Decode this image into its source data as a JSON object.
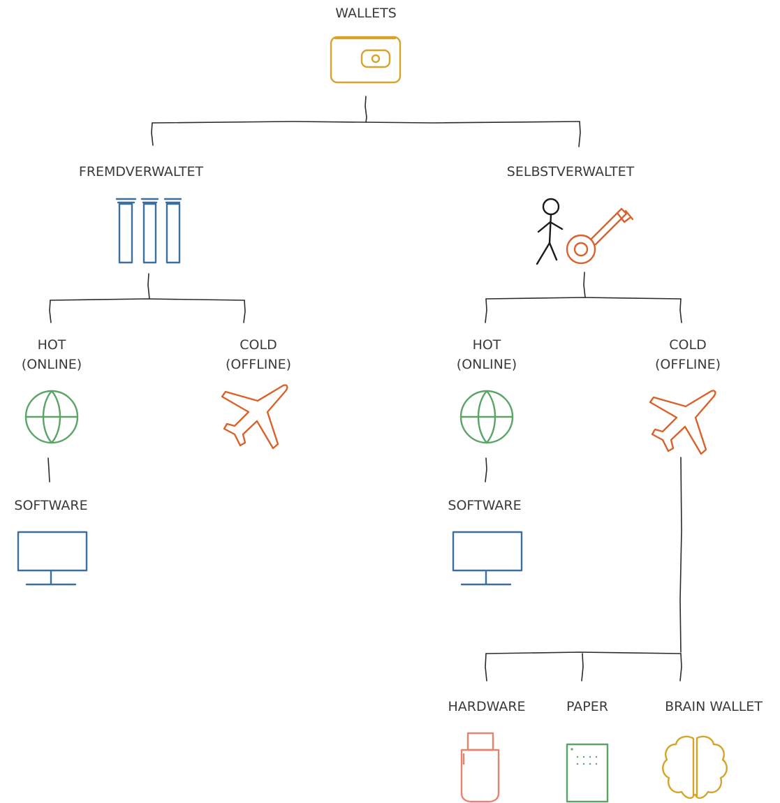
{
  "diagram": {
    "root": {
      "label": "WALLETS",
      "icon": "wallet-icon",
      "color": "#d4a52a"
    },
    "custodial": {
      "label": "FREMDVERWALTET",
      "icon": "bank-columns-icon",
      "color": "#3a6f9e"
    },
    "self_custody": {
      "label": "SELBSTVERWALTET",
      "icon": "person-with-key-icon",
      "color": "#d9622b"
    },
    "custodial_hot": {
      "label_line1": "HOT",
      "label_line2": "(ONLINE)",
      "icon": "globe-icon",
      "color": "#5aa466"
    },
    "custodial_cold": {
      "label_line1": "COLD",
      "label_line2": "(OFFLINE)",
      "icon": "airplane-icon",
      "color": "#d9622b"
    },
    "custodial_software": {
      "label": "SOFTWARE",
      "icon": "monitor-icon",
      "color": "#3a6f9e"
    },
    "self_hot": {
      "label_line1": "HOT",
      "label_line2": "(ONLINE)",
      "icon": "globe-icon",
      "color": "#5aa466"
    },
    "self_cold": {
      "label_line1": "COLD",
      "label_line2": "(OFFLINE)",
      "icon": "airplane-icon",
      "color": "#d9622b"
    },
    "self_software": {
      "label": "SOFTWARE",
      "icon": "monitor-icon",
      "color": "#3a6f9e"
    },
    "hardware": {
      "label": "HARDWARE",
      "icon": "usb-stick-icon",
      "color": "#e8836c"
    },
    "paper": {
      "label": "PAPER",
      "icon": "paper-sheet-icon",
      "color": "#5aa466"
    },
    "brain_wallet": {
      "label": "BRAIN WALLET",
      "icon": "brain-icon",
      "color": "#d4a52a"
    }
  }
}
